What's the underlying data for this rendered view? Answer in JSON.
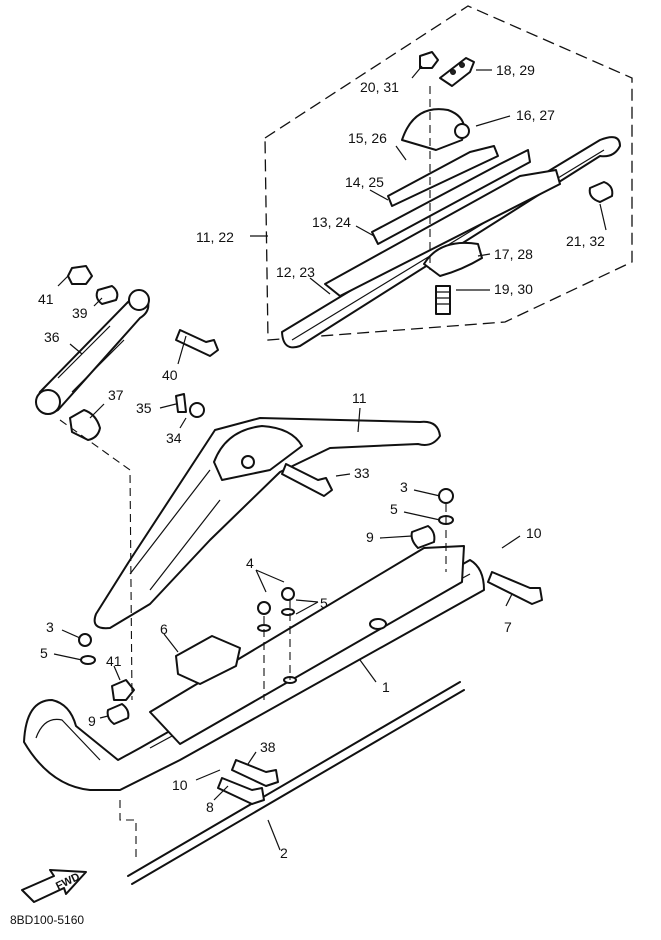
{
  "diagram": {
    "code": "8BD100-5160",
    "fwd_label": "FWD",
    "callouts": [
      {
        "id": "c-18-29",
        "text": "18, 29"
      },
      {
        "id": "c-20-31",
        "text": "20, 31"
      },
      {
        "id": "c-16-27",
        "text": "16, 27"
      },
      {
        "id": "c-15-26",
        "text": "15, 26"
      },
      {
        "id": "c-14-25",
        "text": "14, 25"
      },
      {
        "id": "c-13-24",
        "text": "13, 24"
      },
      {
        "id": "c-11-22",
        "text": "11, 22"
      },
      {
        "id": "c-17-28",
        "text": "17, 28"
      },
      {
        "id": "c-12-23",
        "text": "12, 23"
      },
      {
        "id": "c-19-30",
        "text": "19, 30"
      },
      {
        "id": "c-21-32",
        "text": "21, 32"
      },
      {
        "id": "c-41a",
        "text": "41"
      },
      {
        "id": "c-39",
        "text": "39"
      },
      {
        "id": "c-36",
        "text": "36"
      },
      {
        "id": "c-40",
        "text": "40"
      },
      {
        "id": "c-37",
        "text": "37"
      },
      {
        "id": "c-35",
        "text": "35"
      },
      {
        "id": "c-34",
        "text": "34"
      },
      {
        "id": "c-11",
        "text": "11"
      },
      {
        "id": "c-33",
        "text": "33"
      },
      {
        "id": "c-3a",
        "text": "3"
      },
      {
        "id": "c-5a",
        "text": "5"
      },
      {
        "id": "c-9a",
        "text": "9"
      },
      {
        "id": "c-10a",
        "text": "10"
      },
      {
        "id": "c-4",
        "text": "4"
      },
      {
        "id": "c-5b",
        "text": "5"
      },
      {
        "id": "c-7",
        "text": "7"
      },
      {
        "id": "c-3b",
        "text": "3"
      },
      {
        "id": "c-6",
        "text": "6"
      },
      {
        "id": "c-5c",
        "text": "5"
      },
      {
        "id": "c-41b",
        "text": "41"
      },
      {
        "id": "c-1",
        "text": "1"
      },
      {
        "id": "c-9b",
        "text": "9"
      },
      {
        "id": "c-38",
        "text": "38"
      },
      {
        "id": "c-10b",
        "text": "10"
      },
      {
        "id": "c-8",
        "text": "8"
      },
      {
        "id": "c-2",
        "text": "2"
      }
    ]
  }
}
